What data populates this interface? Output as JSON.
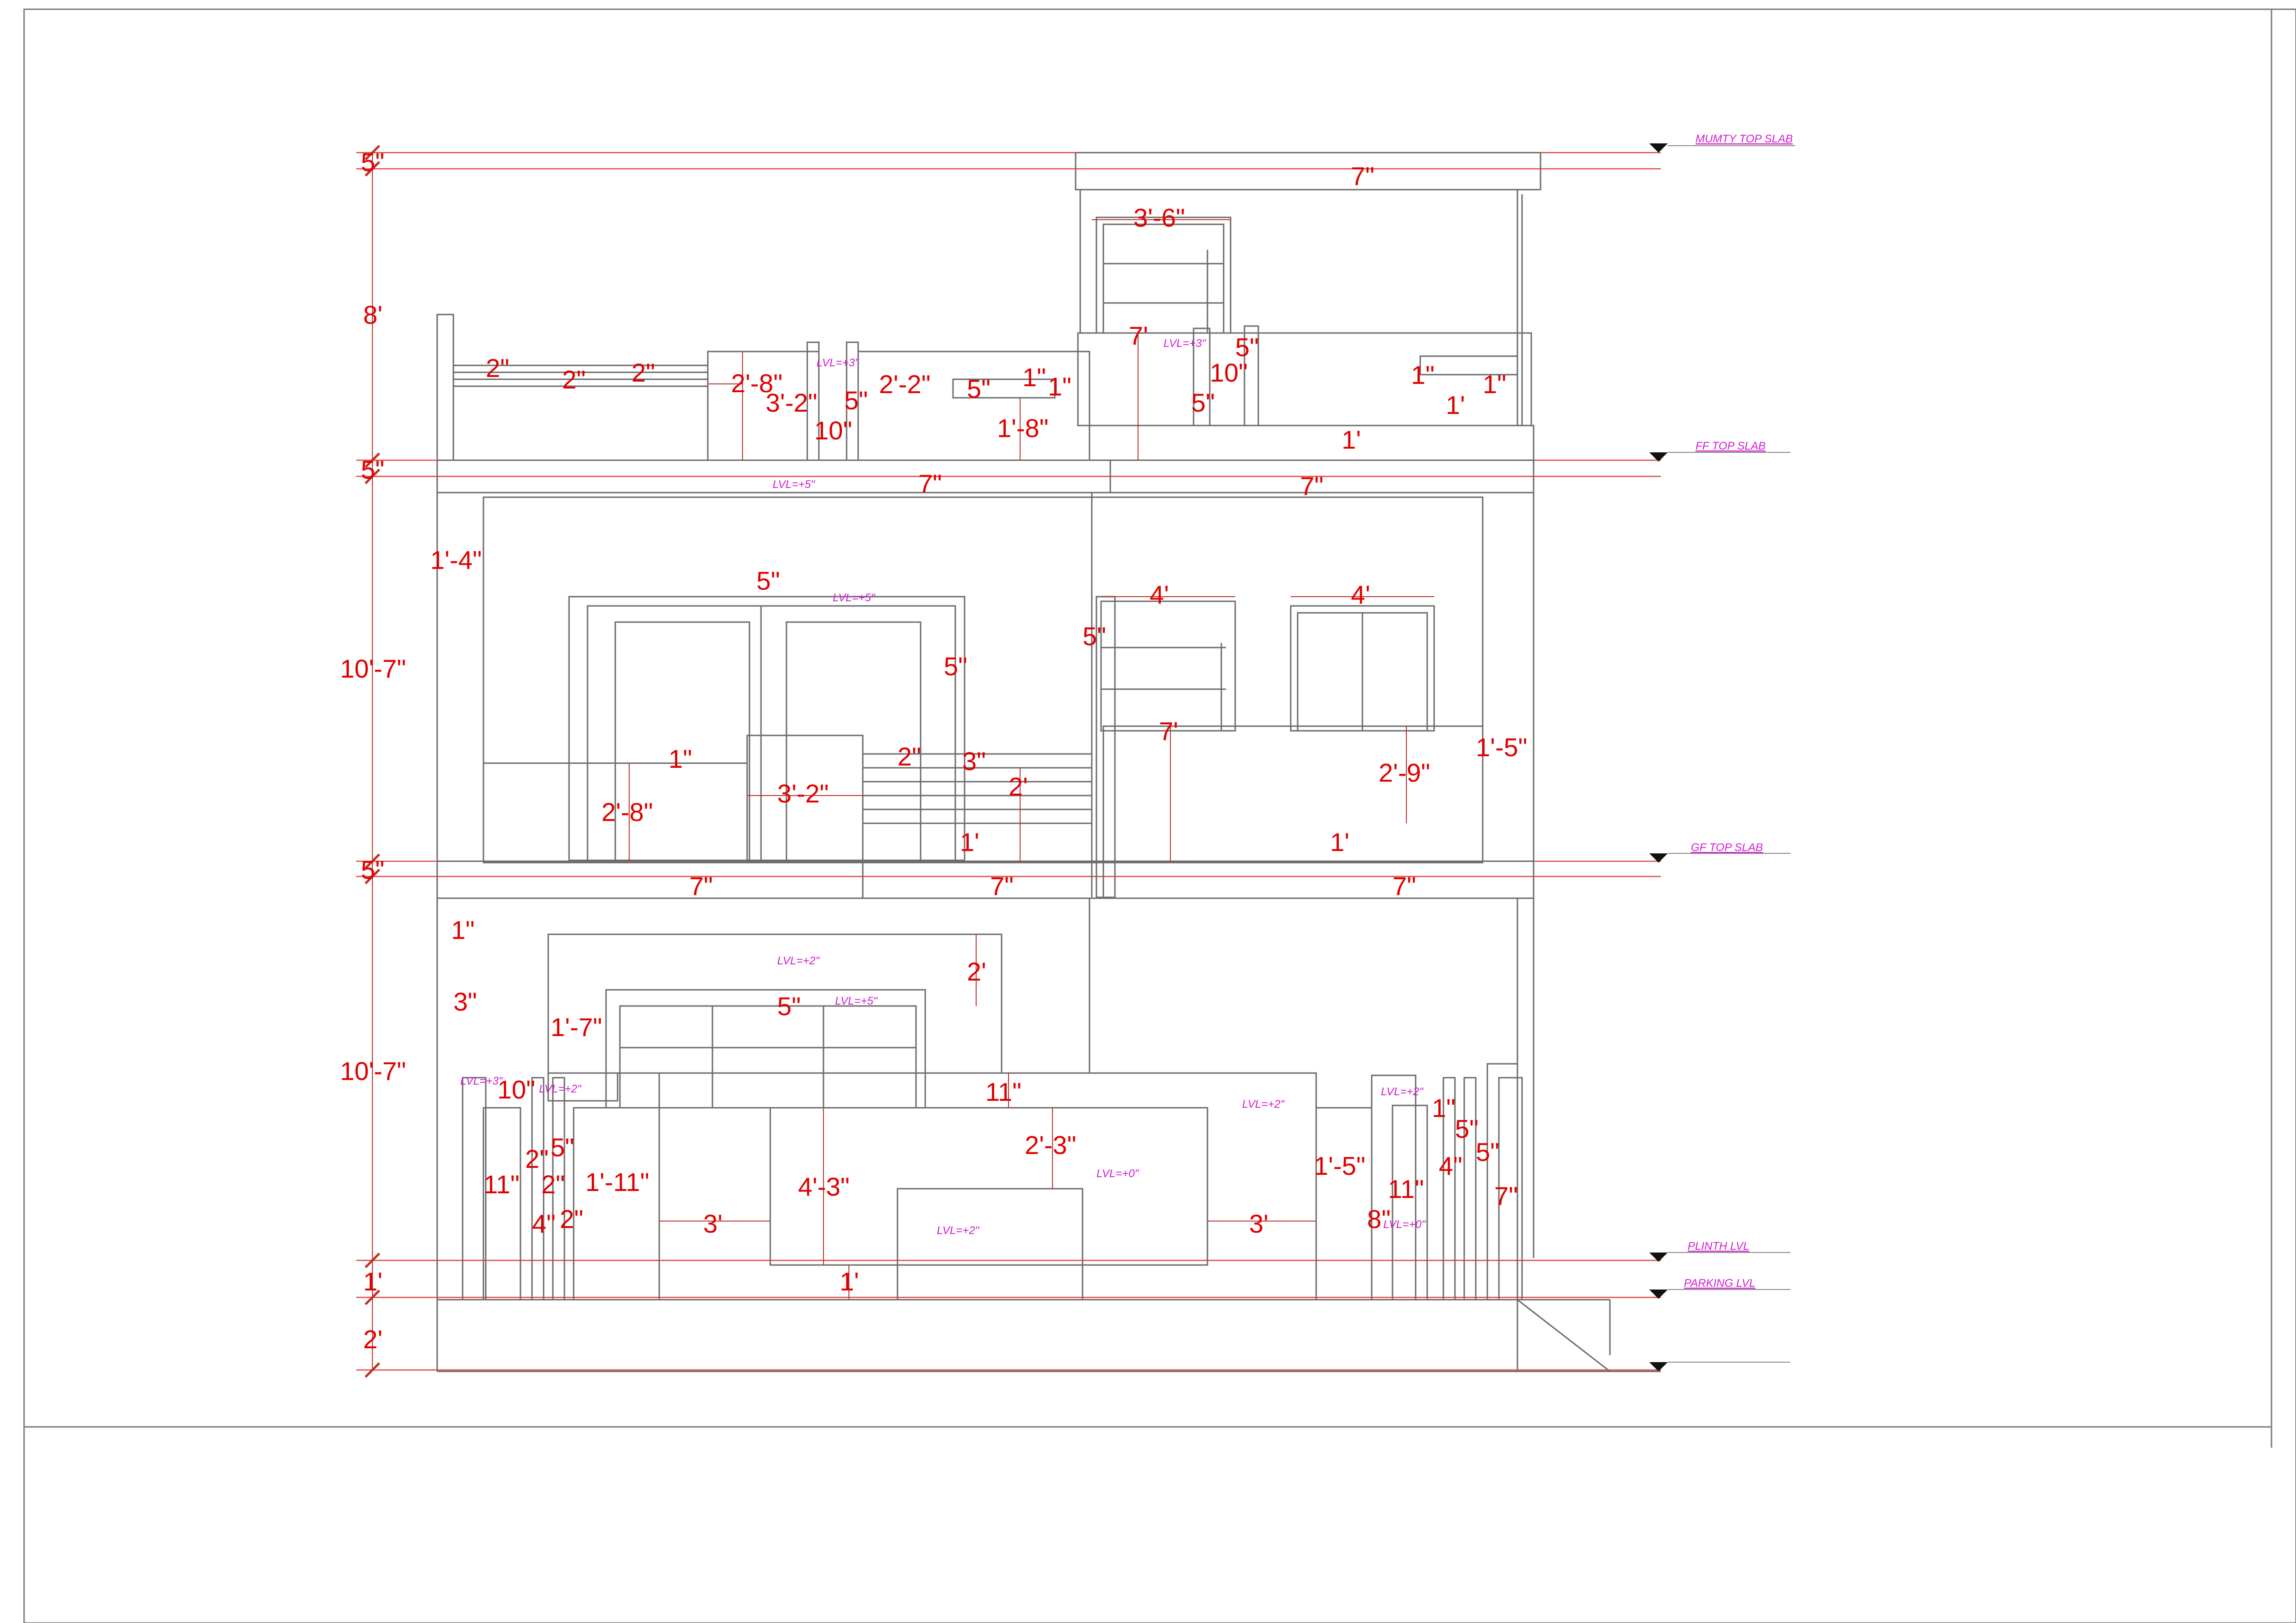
{
  "levels": [
    {
      "label": "MUMTY TOP SLAB"
    },
    {
      "label": "FF TOP SLAB"
    },
    {
      "label": "GF TOP SLAB"
    },
    {
      "label": "PLINTH LVL"
    },
    {
      "label": "PARKING LVL"
    }
  ],
  "floor_heights": {
    "h1": "5\"",
    "h2": "8'",
    "h3": "5\"",
    "h4": "10'-7\"",
    "h5": "5\"",
    "h6": "10'-7\"",
    "h7": "1'",
    "h8": "2'"
  },
  "lvl_notes": {
    "n1": "LVL=+3\"",
    "n2": "LVL=+3\"",
    "n3": "LVL=+5\"",
    "n4": "LVL=+5\"",
    "n5": "LVL=+2\"",
    "n6": "LVL=+5\"",
    "n7": "LVL=+3\"",
    "n8": "LVL=+2\"",
    "n9": "LVL=+2\"",
    "n10": "LVL=+2\"",
    "n11": "LVL=+0\"",
    "n12": "LVL=+2\"",
    "n13": "LVL=+0\""
  },
  "dims": {
    "d1": "7\"",
    "d2": "3'-6\"",
    "d3": "7'",
    "d4": "5\"",
    "d5": "10\"",
    "d6": "5\"",
    "d7": "1\"",
    "d8": "1\"",
    "d9": "1'",
    "d10": "1'",
    "d11": "2\"",
    "d12": "2\"",
    "d13": "2\"",
    "d14": "2'-8\"",
    "d15": "3'-2\"",
    "d16": "5\"",
    "d17": "2'-2\"",
    "d18": "5\"",
    "d19": "1\"",
    "d20": "1\"",
    "d21": "10\"",
    "d22": "1'-8\"",
    "d23": "7\"",
    "d24": "7\"",
    "d25": "1'-4\"",
    "d26": "5\"",
    "d27": "4'",
    "d28": "4'",
    "d29": "5\"",
    "d30": "5\"",
    "d31": "1\"",
    "d32": "2\"",
    "d33": "3\"",
    "d34": "2'",
    "d35": "7'",
    "d36": "2'-9\"",
    "d37": "1'-5\"",
    "d38": "2'-8\"",
    "d39": "3'-2\"",
    "d40": "1'",
    "d41": "1'",
    "d42": "7\"",
    "d43": "7\"",
    "d44": "7\"",
    "d45": "1\"",
    "d46": "2'",
    "d47": "5\"",
    "d48": "3\"",
    "d49": "1'-7\"",
    "d50": "11\"",
    "d51": "10\"",
    "d52": "5\"",
    "d53": "2\"",
    "d54": "2\"",
    "d55": "11\"",
    "d56": "1'-11\"",
    "d57": "4\"",
    "d58": "2\"",
    "d59": "2'-3\"",
    "d60": "4'-3\"",
    "d61": "3'",
    "d62": "3'",
    "d63": "1'-5\"",
    "d64": "1\"",
    "d65": "5\"",
    "d66": "4\"",
    "d67": "5\"",
    "d68": "11\"",
    "d69": "8\"",
    "d70": "7\"",
    "d71": "1'"
  },
  "colors": {
    "dimension_text": "#e00000",
    "level_text": "#d21bd2",
    "reference_line": "#e0453c",
    "outline": "#6b6b6b"
  }
}
